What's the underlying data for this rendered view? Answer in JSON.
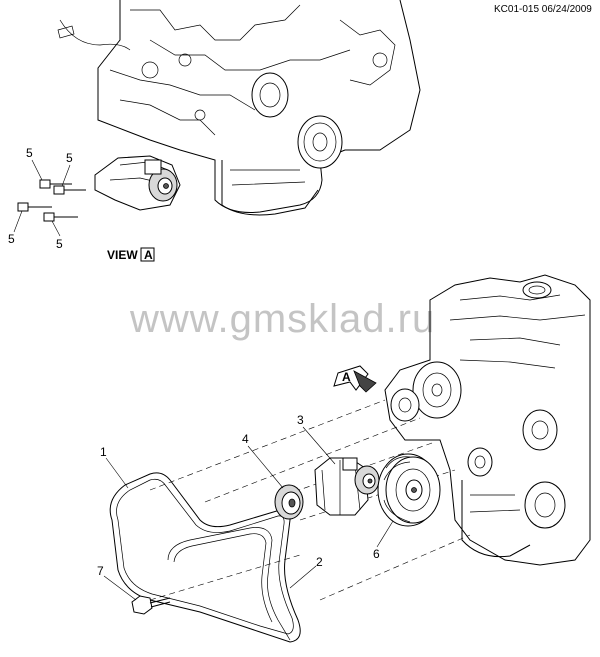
{
  "document": {
    "id_stamp": "KC01-015 06/24/2009"
  },
  "watermark": {
    "text": "www.gmsklad.ru"
  },
  "view_a": {
    "label": "VIEW",
    "box_letter": "A",
    "callouts": [
      "5",
      "5",
      "5",
      "5"
    ]
  },
  "main_view": {
    "arrow_letter": "A",
    "callouts": {
      "belt": "1",
      "belt_inner": "2",
      "tensioner": "3",
      "idler_pulley": "4",
      "crank_pulley": "6",
      "bolt": "7"
    }
  }
}
